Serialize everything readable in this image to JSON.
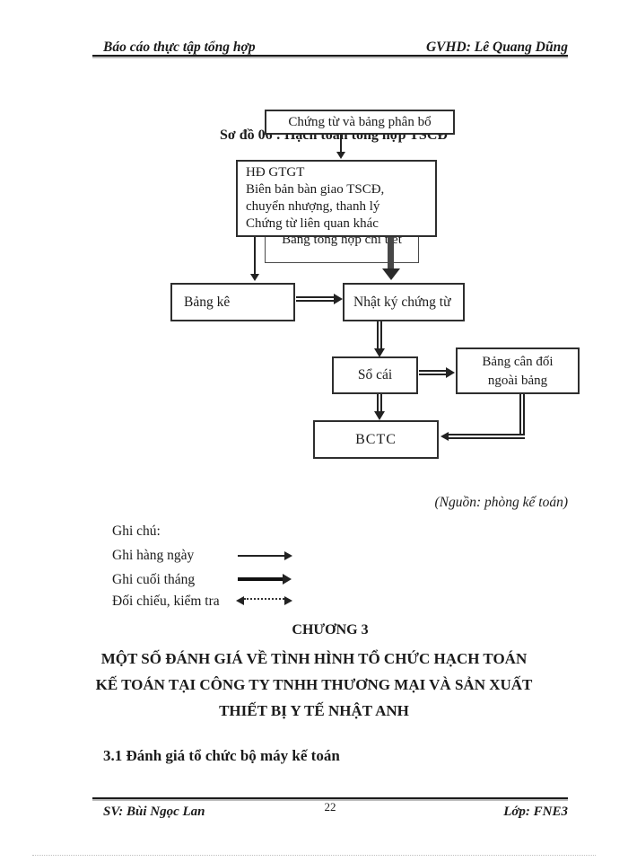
{
  "colors": {
    "text": "#1b1b1b",
    "border": "#2e2e2e",
    "page_bg": "#ffffff"
  },
  "header": {
    "left": "Báo cáo thực tập tổng hợp",
    "right": "GVHD: Lê Quang Dũng"
  },
  "diagram": {
    "caption": "Sơ đồ 06 : Hạch toán tổng hợp TSCĐ",
    "source_note": "(Nguồn: phòng kế toán)",
    "box_chung_tu": "Chứng từ và bảng phân bổ",
    "documents": [
      "HĐ GTGT",
      "Biên bản bàn giao TSCĐ,",
      "chuyển nhượng, thanh lý",
      "Chứng từ liên quan khác"
    ],
    "box_bang_tong_hop": "Bảng tổng hợp chi tiết",
    "box_bang_ke": "Bảng kê",
    "box_nhat_ky": "Nhật ký chứng từ",
    "box_so_cai": "Sổ cái",
    "box_bang_can_doi_line1": "Bảng cân đối",
    "box_bang_can_doi_line2": "ngoài bảng",
    "box_bctc": "BCTC",
    "legend": {
      "title": "Ghi chú:",
      "items": [
        {
          "label": "Ghi hàng ngày",
          "arrow": "thin-solid-arrow"
        },
        {
          "label": "Ghi cuối tháng",
          "arrow": "thick-solid-arrow"
        },
        {
          "label": "Đối chiếu, kiểm tra",
          "arrow": "dashed-double-headed-arrow"
        }
      ]
    }
  },
  "body": {
    "chapter_label": "CHƯƠNG 3",
    "chapter_title_lines": [
      "MỘT SỐ ĐÁNH GIÁ VỀ TÌNH HÌNH TỔ CHỨC HẠCH TOÁN",
      "KẾ TOÁN TẠI CÔNG TY TNHH THƯƠNG MẠI VÀ SẢN XUẤT",
      "THIẾT BỊ Y TẾ NHẬT ANH"
    ],
    "section_heading": "3.1 Đánh giá tổ chức bộ máy kế toán"
  },
  "footer": {
    "left": "SV: Bùi Ngọc Lan",
    "page_number": "22",
    "right": "Lớp: FNE3"
  }
}
